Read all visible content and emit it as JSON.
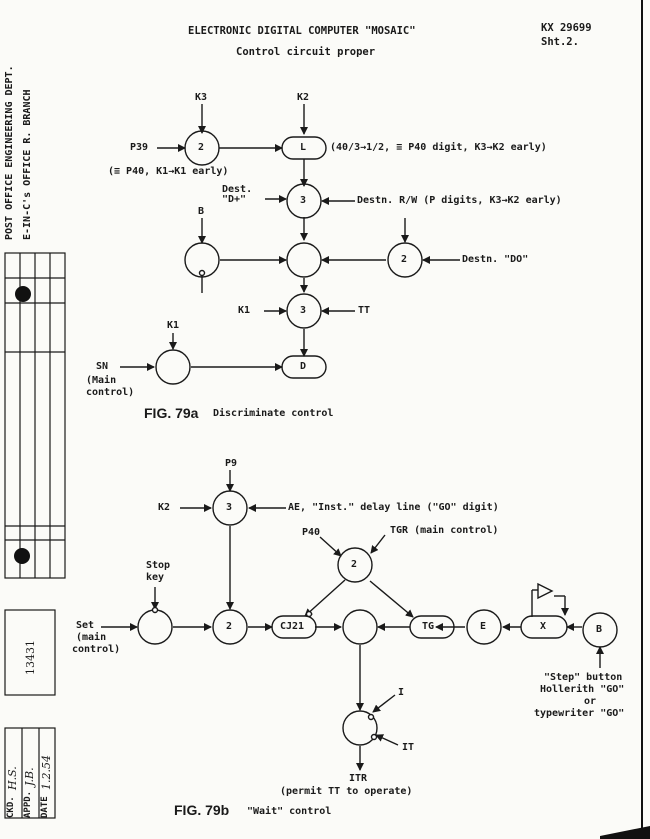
{
  "header": {
    "title": "ELECTRONIC DIGITAL COMPUTER \"MOSAIC\"",
    "subtitle": "Control circuit proper",
    "ref": "KX 29699",
    "sheet": "Sht.2."
  },
  "margin": {
    "dept_line1": "POST OFFICE ENGINEERING DEPT.",
    "dept_line2": "E-IN-C's OFFICE    R. BRANCH",
    "drawing_number": "13431",
    "ckd_label": "CKD.",
    "ckd_value": "H.S.",
    "appd_label": "APPD.",
    "appd_value": "J.B.",
    "date_label": "DATE",
    "date_value": "1.2.54"
  },
  "fig_a": {
    "caption": "FIG. 79a",
    "caption_sub": "Discriminate control",
    "k3": "K3",
    "k2": "K2",
    "p39": "P39",
    "gate_2a": "2",
    "block_l": "L",
    "note_l": "(40/3→1/2, ≡ P40 digit, K3→K2 early)",
    "note_left": "(≡ P40, K1→K1 early)",
    "dest_d_line1": "Dest.",
    "dest_d_line2": "\"D+\"",
    "gate_3a": "3",
    "destn_rw": "Destn. R/W (P digits, K3→K2 early)",
    "b_label": "B",
    "gate_2b": "2",
    "destn_do": "Destn. \"DO\"",
    "k1_a": "K1",
    "gate_3b": "3",
    "tt": "TT",
    "k1_b": "K1",
    "sn": "SN",
    "main_ctrl_1": "(Main",
    "main_ctrl_2": "control)",
    "block_d": "D"
  },
  "fig_b": {
    "caption": "FIG. 79b",
    "caption_sub": "\"Wait\" control",
    "p9": "P9",
    "k2": "K2",
    "gate_3": "3",
    "ae_note": "AE, \"Inst.\" delay line (\"GO\" digit)",
    "p40": "P40",
    "tgr_note": "TGR (main control)",
    "gate_2top": "2",
    "stop_key_1": "Stop",
    "stop_key_2": "key",
    "set_1": "Set",
    "set_2": "(main",
    "set_3": "control)",
    "gate_2mid": "2",
    "block_cj21": "CJ21",
    "block_tg": "TG",
    "circle_e": "E",
    "block_x": "X",
    "circle_b": "B",
    "step_1": "\"Step\" button",
    "step_2": "Hollerith \"GO\"",
    "step_3": "or",
    "step_4": "typewriter \"GO\"",
    "i_label": "I",
    "it_label": "IT",
    "itr": "ITR",
    "itr_note": "(permit TT to operate)"
  }
}
